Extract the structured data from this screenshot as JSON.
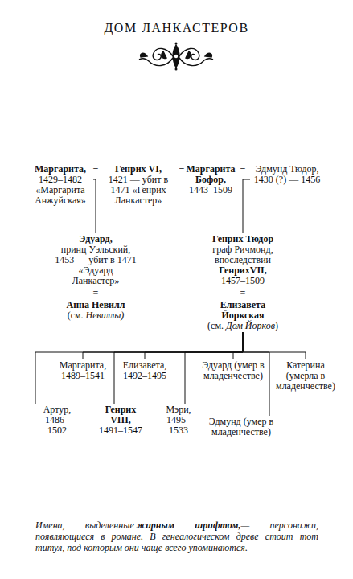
{
  "diagram": {
    "title": "ДОМ ЛАНКАСТЕРОВ",
    "nodes": [
      {
        "text": [
          "Маргарита,",
          "1429–1482 «Маргарита Анжуйская»"
        ]
      },
      {
        "text": [
          "Генрих VI,",
          "1421 — убит в 1471 «Генрих Ланкастер»"
        ]
      },
      {
        "text": [
          "Маргарита Бофор,",
          "1443–1509"
        ]
      },
      {
        "text": [
          "Эдмунд Тюдор,",
          "1430 (?) — 1456"
        ]
      },
      {
        "text": [
          "Эдуард,",
          "принц Уэльский, 1453 — убит в 1471 «Эдуард Ланкастер»"
        ]
      },
      {
        "text": [
          "Анна Невилл",
          "(см.",
          "Невиллы)"
        ]
      },
      {
        "text": [
          "Генрих Тюдор",
          "граф Ричмонд, впоследствии",
          "ГенрихVII,",
          "1457–1509"
        ]
      },
      {
        "text": [
          "Елизавета Йоркская",
          "(см.",
          "Дом Йорков",
          ")"
        ]
      },
      {
        "text": [
          "Маргарита, 1489–1541"
        ]
      },
      {
        "text": [
          "Елизавета, 1492–1495"
        ]
      },
      {
        "text": [
          "Эдуард (умер в младенчестве)"
        ]
      },
      {
        "text": [
          "Катерина (умерла в младенчестве)"
        ]
      },
      {
        "text": [
          "Артур, 1486–1502"
        ]
      },
      {
        "text": [
          "Генрих VIII,",
          "1491–1547"
        ]
      },
      {
        "text": [
          "Мэри, 1495–1533"
        ]
      },
      {
        "text": [
          "Эдмунд (умер в младенчестве)"
        ]
      }
    ],
    "edges": [
      {
        "from": 0,
        "to": 4,
        "arrow": "none"
      },
      {
        "from": 3,
        "to": 6,
        "arrow": "none"
      },
      {
        "from": 7,
        "to": 8,
        "arrow": "none"
      },
      {
        "from": 7,
        "to": 9,
        "arrow": "none"
      },
      {
        "from": 7,
        "to": 10,
        "arrow": "none"
      },
      {
        "from": 7,
        "to": 11,
        "arrow": "none"
      },
      {
        "from": 7,
        "to": 12,
        "arrow": "none"
      },
      {
        "from": 7,
        "to": 13,
        "arrow": "none"
      },
      {
        "from": 7,
        "to": 14,
        "arrow": "none"
      },
      {
        "from": 7,
        "to": 15,
        "arrow": "none"
      }
    ],
    "labels": [
      "=",
      "=",
      "=",
      "=",
      "=",
      "Имена, выделенные",
      "жирным шрифтом,",
      "— персонажи, появляющиеся в романе. В генеалогическом древе стоит тот титул, под которым они чаще всего упоминаются."
    ]
  }
}
